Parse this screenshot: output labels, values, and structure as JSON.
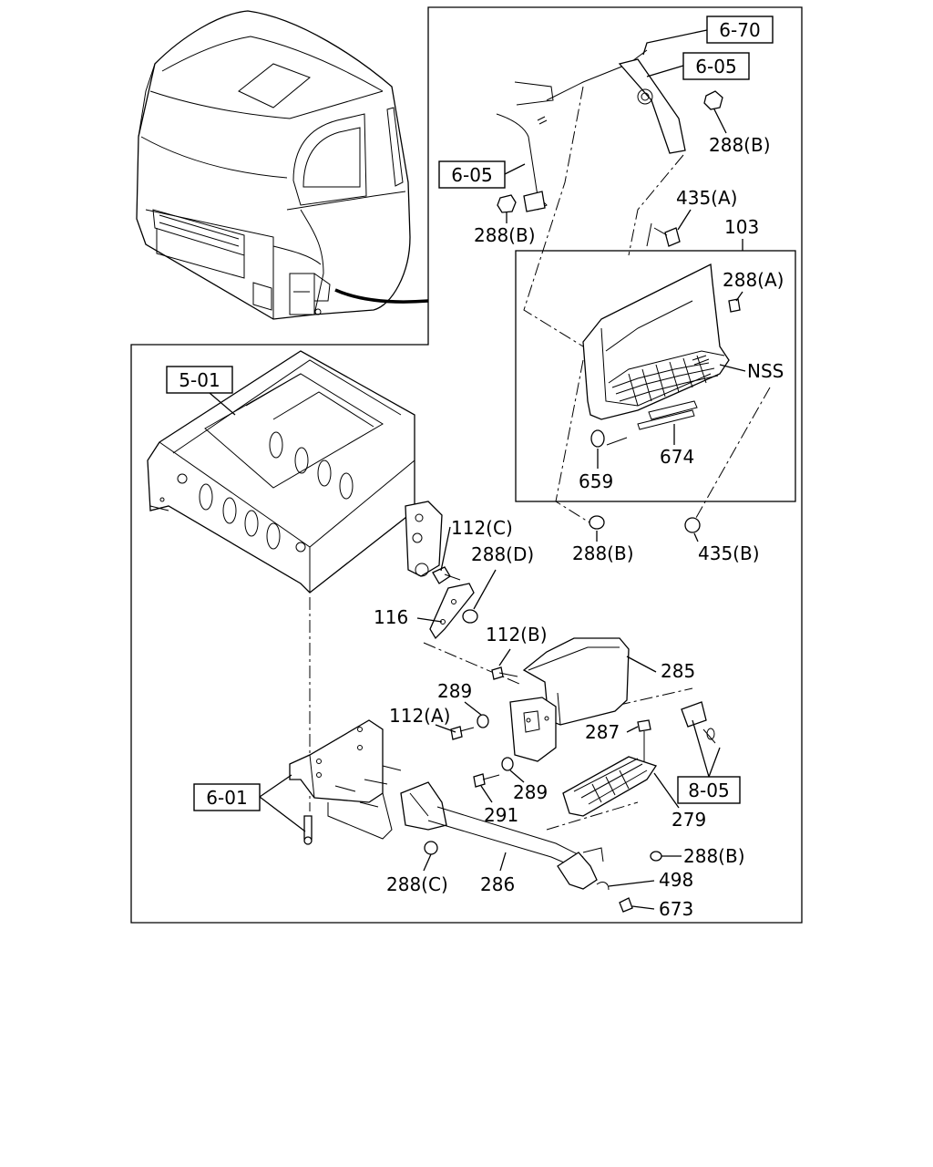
{
  "refs": {
    "r670": "6-70",
    "r605_top": "6-05",
    "r605_left": "6-05",
    "r501": "5-01",
    "r601": "6-01",
    "r805": "8-05"
  },
  "parts": {
    "p288B_1": "288(B)",
    "p288B_2": "288(B)",
    "p435A": "435(A)",
    "p103": "103",
    "p288A": "288(A)",
    "pNSS": "NSS",
    "p659": "659",
    "p674": "674",
    "p288B_3": "288(B)",
    "p435B": "435(B)",
    "p112C": "112(C)",
    "p288D": "288(D)",
    "p116": "116",
    "p112B": "112(B)",
    "p285": "285",
    "p289_1": "289",
    "p112A": "112(A)",
    "p287": "287",
    "p289_2": "289",
    "p291": "291",
    "p279": "279",
    "p288B_4": "288(B)",
    "p288C": "288(C)",
    "p286": "286",
    "p498": "498",
    "p673": "673"
  }
}
